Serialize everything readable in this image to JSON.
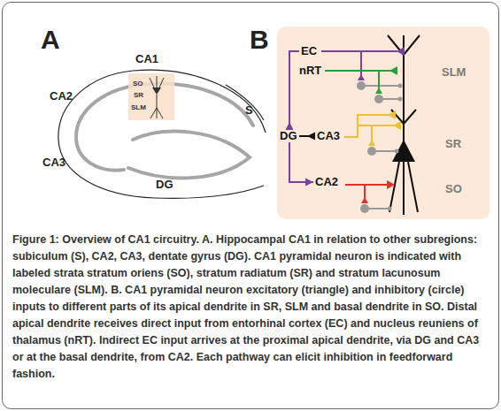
{
  "diagram": {
    "caption": "Figure 1: Overview of CA1 circuitry. A. Hippocampal CA1 in relation to other subregions: subiculum (S), CA2, CA3, dentate gyrus (DG). CA1 pyramidal neuron is indicated with labeled strata stratum oriens (SO), stratum radiatum (SR) and stratum lacunosum moleculare (SLM). B. CA1 pyramidal neuron excitatory (triangle) and inhibitory (circle) inputs to different parts of its apical dendrite in SR, SLM and basal dendrite in SO. Distal apical dendrite receives direct input from entorhinal cortex (EC) and nucleus reuniens of thalamus (nRT). Indirect EC input arrives at the proximal apical dendrite, via DG and CA3 or at the basal dendrite, from CA2. Each pathway can elicit inhibition in feedforward fashion.",
    "nodes": [
      {
        "text": [
          "EC"
        ]
      },
      {
        "text": [
          "nRT"
        ]
      },
      {
        "text": [
          "DG"
        ]
      },
      {
        "text": [
          "CA3"
        ]
      },
      {
        "text": [
          "CA2"
        ]
      }
    ],
    "edges": [
      {
        "from": 0,
        "to": 2,
        "arrow": "to"
      },
      {
        "from": 0,
        "to": 4,
        "arrow": "to"
      },
      {
        "from": 2,
        "to": 3,
        "arrow": "to"
      }
    ],
    "labels": [
      "A",
      "CA1",
      "CA2",
      "SO",
      "SR",
      "SLM",
      "S",
      "CA3",
      "DG",
      "B",
      "SLM",
      "SR",
      "SO"
    ]
  }
}
